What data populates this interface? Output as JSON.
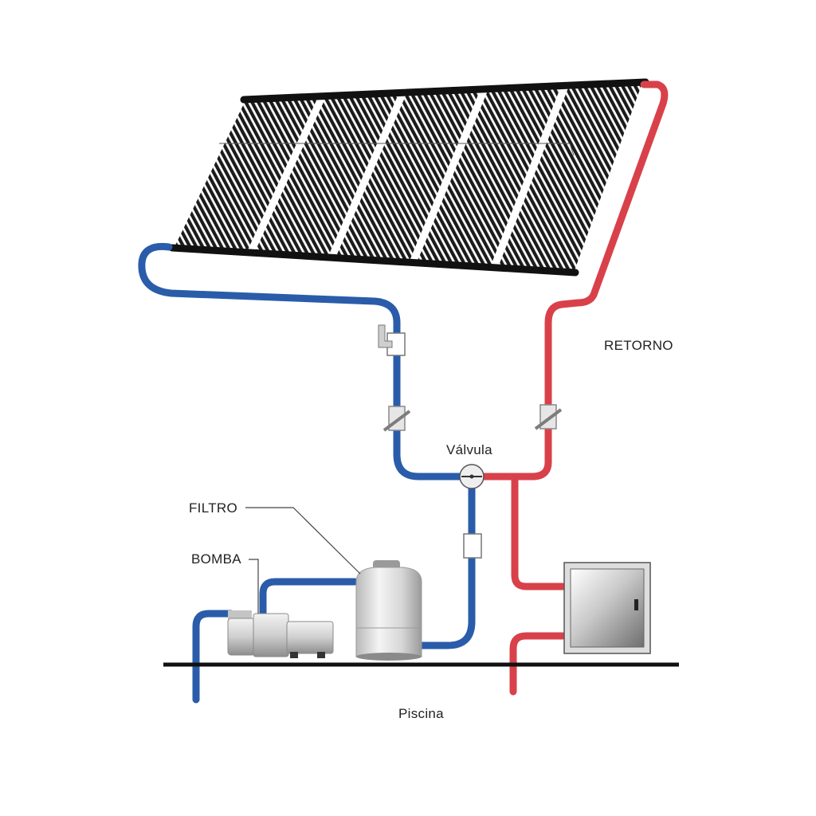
{
  "labels": {
    "retorno": "RETORNO",
    "valvula": "Válvula",
    "filtro": "FILTRO",
    "bomba": "BOMBA",
    "piscina": "Piscina"
  },
  "colors": {
    "cold_pipe": "#2a5caa",
    "hot_pipe": "#d9414a",
    "panel_dark": "#1a1a1a",
    "ground": "#111111"
  },
  "icons": [
    "solar-panel-icon",
    "pump-icon",
    "filter-icon",
    "heater-box-icon",
    "valve-icon",
    "check-valve-icon"
  ]
}
